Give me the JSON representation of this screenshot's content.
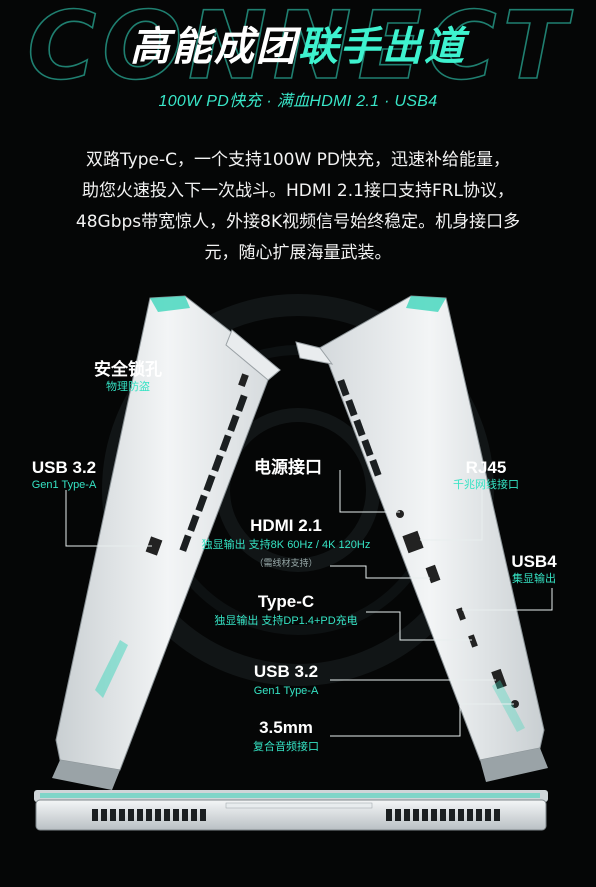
{
  "header": {
    "bg_word": "CONNECT",
    "title_white": "高能成团",
    "title_cyan": "联手出道",
    "subtitle": "100W PD快充 · 满血HDMI 2.1 · USB4"
  },
  "intro": {
    "lines": [
      "双路Type-C，一个支持100W PD快充，迅速补给能量，",
      "助您火速投入下一次战斗。HDMI 2.1接口支持FRL协议，",
      "48Gbps带宽惊人，外接8K视频信号始终稳定。机身接口多",
      "元，随心扩展海量武装。"
    ]
  },
  "ports": {
    "security_lock": {
      "name": "安全锁孔",
      "desc": "物理防盗"
    },
    "usb32_left": {
      "name": "USB 3.2",
      "desc": "Gen1 Type-A"
    },
    "power": {
      "name": "电源接口"
    },
    "rj45": {
      "name": "RJ45",
      "desc": "千兆网线接口"
    },
    "hdmi": {
      "name": "HDMI 2.1",
      "desc": "独显输出 支持8K 60Hz / 4K 120Hz",
      "note": "（需线材支持）"
    },
    "usb4": {
      "name": "USB4",
      "desc": "集显输出"
    },
    "typec": {
      "name": "Type-C",
      "desc": "独显输出 支持DP1.4+PD充电"
    },
    "usb32_right": {
      "name": "USB 3.2",
      "desc": "Gen1 Type-A"
    },
    "audio": {
      "name": "3.5mm",
      "desc": "复合音频接口"
    }
  },
  "colors": {
    "accent": "#3ef2cf",
    "background": "#050606",
    "chassis": "#e4e8ea"
  }
}
